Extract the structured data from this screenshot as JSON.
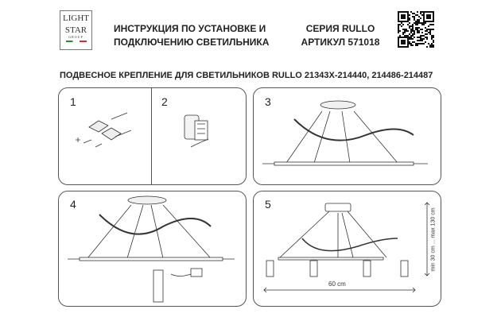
{
  "logo": {
    "line1": "LIGHT",
    "line2": "STAR",
    "line3": "GROUP"
  },
  "header": {
    "title_line1": "ИНСТРУКЦИЯ ПО УСТАНОВКЕ И",
    "title_line2": "ПОДКЛЮЧЕНИЮ СВЕТИЛЬНИКА",
    "series": "СЕРИЯ RULLO",
    "article": "АРТИКУЛ 571018"
  },
  "subtitle": "ПОДВЕСНОЕ КРЕПЛЕНИЕ ДЛЯ СВЕТИЛЬНИКОВ RULLO 21343X-214440, 214486-214487",
  "steps": [
    "1",
    "2",
    "3",
    "4",
    "5"
  ],
  "dimensions": {
    "width": "60 cm",
    "height": "min 30 cm ... max 130 cm"
  }
}
